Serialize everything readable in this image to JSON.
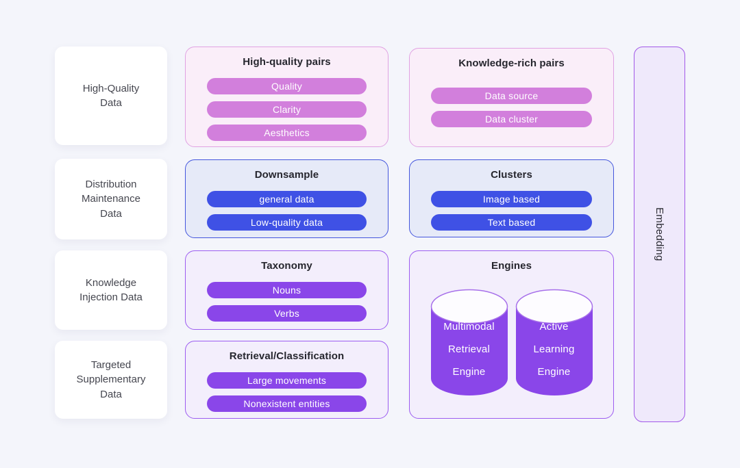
{
  "canvas": {
    "background": "#f4f5fb"
  },
  "palette": {
    "pink_pill": "#d27fdc",
    "pink_box_bg": "#faeef9",
    "pink_box_border": "#e0a2e2",
    "blue_pill": "#3f51e5",
    "blue_box_bg": "#e6eaf8",
    "blue_box_border": "#4355dd",
    "purple_pill": "#8a46e9",
    "purple_box_bg": "#f3eefc",
    "purple_box_border": "#9c5cf0",
    "embedding_bg": "#efe9fb",
    "embedding_border": "#a158e8",
    "card_bg": "#ffffff",
    "title_text": "#26262e",
    "card_text": "#45464f",
    "pill_text": "#ffffff",
    "cylinder_fill": "#8a46e9",
    "cylinder_top_fill": "#fdfcff"
  },
  "categories": [
    {
      "id": "high-quality-data",
      "lines": [
        "High-Quality",
        "Data"
      ]
    },
    {
      "id": "distribution-maintenance-data",
      "lines": [
        "Distribution",
        "Maintenance",
        "Data"
      ]
    },
    {
      "id": "knowledge-injection-data",
      "lines": [
        "Knowledge",
        "Injection Data"
      ]
    },
    {
      "id": "targeted-supplementary-data",
      "lines": [
        "Targeted",
        "Supplementary",
        "Data"
      ]
    }
  ],
  "boxes": [
    {
      "id": "high-quality-pairs",
      "title": "High-quality pairs",
      "theme": "pink",
      "pills": [
        "Quality",
        "Clarity",
        "Aesthetics"
      ]
    },
    {
      "id": "downsample",
      "title": "Downsample",
      "theme": "blue",
      "pills": [
        "general data",
        "Low-quality data"
      ]
    },
    {
      "id": "taxonomy",
      "title": "Taxonomy",
      "theme": "purple",
      "pills": [
        "Nouns",
        "Verbs"
      ]
    },
    {
      "id": "retrieval-classification",
      "title": "Retrieval/Classification",
      "theme": "purple",
      "pills": [
        "Large movements",
        "Nonexistent entities"
      ]
    },
    {
      "id": "knowledge-rich-pairs",
      "title": "Knowledge-rich pairs",
      "theme": "pink",
      "pills": [
        "Data source",
        "Data cluster"
      ]
    },
    {
      "id": "clusters",
      "title": "Clusters",
      "theme": "blue",
      "pills": [
        "Image based",
        "Text based"
      ]
    },
    {
      "id": "engines",
      "title": "Engines",
      "theme": "purple",
      "cylinders": [
        {
          "lines": [
            "Multimodal",
            "Retrieval",
            "Engine"
          ]
        },
        {
          "lines": [
            "Active",
            "Learning",
            "Engine"
          ]
        }
      ]
    }
  ],
  "embedding": {
    "label": "Embedding"
  }
}
